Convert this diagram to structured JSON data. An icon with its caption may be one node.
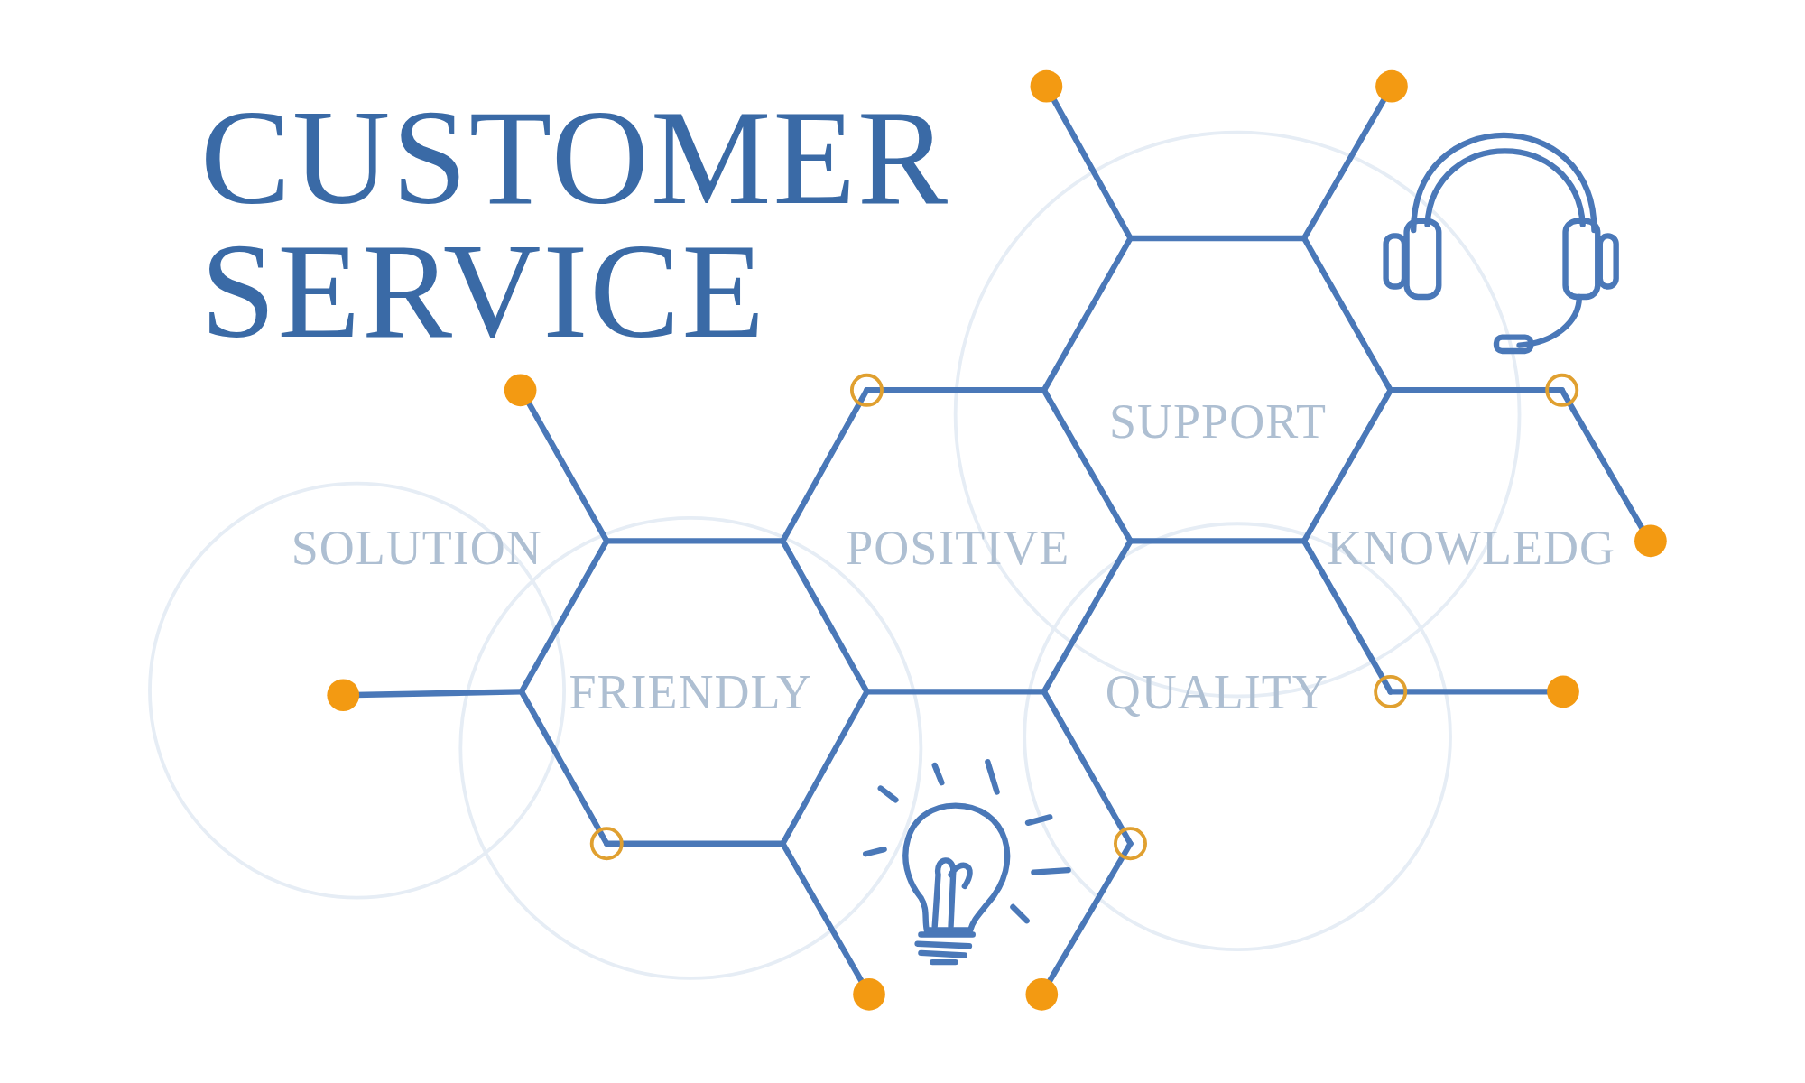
{
  "diagram": {
    "title": "CUSTOMER SERVICE",
    "labels": [
      "SOLUTION",
      "POSITIVE",
      "SUPPORT",
      "KNOWLEDG",
      "FRIENDLY",
      "QUALITY"
    ]
  }
}
